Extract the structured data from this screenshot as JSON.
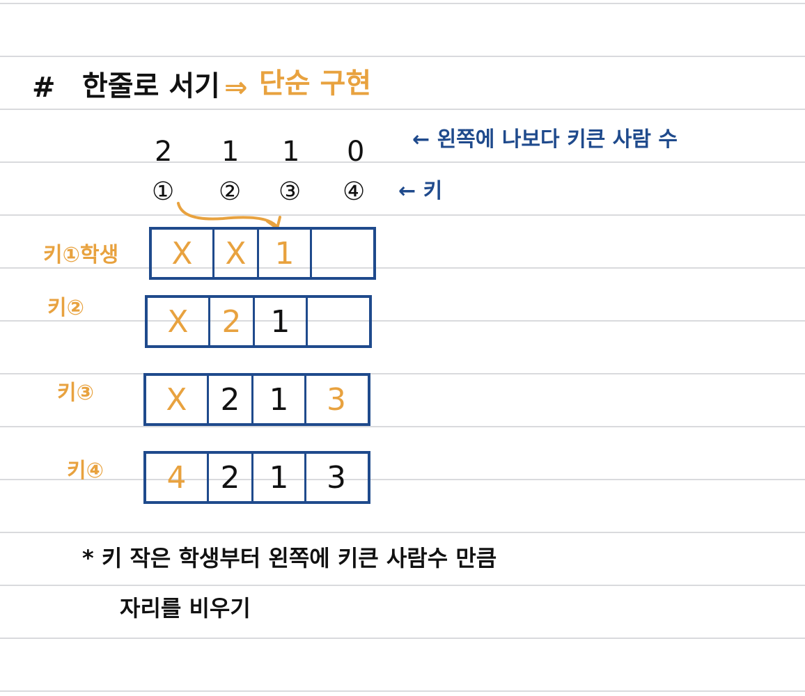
{
  "heading": {
    "hash": "#",
    "title": "한줄로 서기",
    "arrow": "⇒",
    "subtitle": "단순 구현"
  },
  "counts": {
    "values": [
      "2",
      "1",
      "1",
      "0"
    ],
    "note": "← 왼쪽에 나보다 키큰 사람 수"
  },
  "keys": {
    "values": [
      "①",
      "②",
      "③",
      "④"
    ],
    "note": "← 키"
  },
  "rows": [
    {
      "label": "키①학생",
      "cells": [
        {
          "text": "X",
          "color": "orange"
        },
        {
          "text": "X",
          "color": "orange"
        },
        {
          "text": "1",
          "color": "orange"
        },
        {
          "text": "",
          "color": "black"
        }
      ]
    },
    {
      "label": "키②",
      "cells": [
        {
          "text": "X",
          "color": "orange"
        },
        {
          "text": "2",
          "color": "orange"
        },
        {
          "text": "1",
          "color": "black"
        },
        {
          "text": "",
          "color": "black"
        }
      ]
    },
    {
      "label": "키③",
      "cells": [
        {
          "text": "X",
          "color": "orange"
        },
        {
          "text": "2",
          "color": "black"
        },
        {
          "text": "1",
          "color": "black"
        },
        {
          "text": "3",
          "color": "orange"
        }
      ]
    },
    {
      "label": "키④",
      "cells": [
        {
          "text": "4",
          "color": "orange"
        },
        {
          "text": "2",
          "color": "black"
        },
        {
          "text": "1",
          "color": "black"
        },
        {
          "text": "3",
          "color": "black"
        }
      ]
    }
  ],
  "summary": {
    "line1": "* 키 작은 학생부터 왼쪽에 키큰 사람수 만큼",
    "line2": "자리를 비우기"
  },
  "colors": {
    "black": "#111111",
    "orange": "#e8a23f",
    "blue": "#1f4a8c",
    "rule": "#d9dadd"
  }
}
